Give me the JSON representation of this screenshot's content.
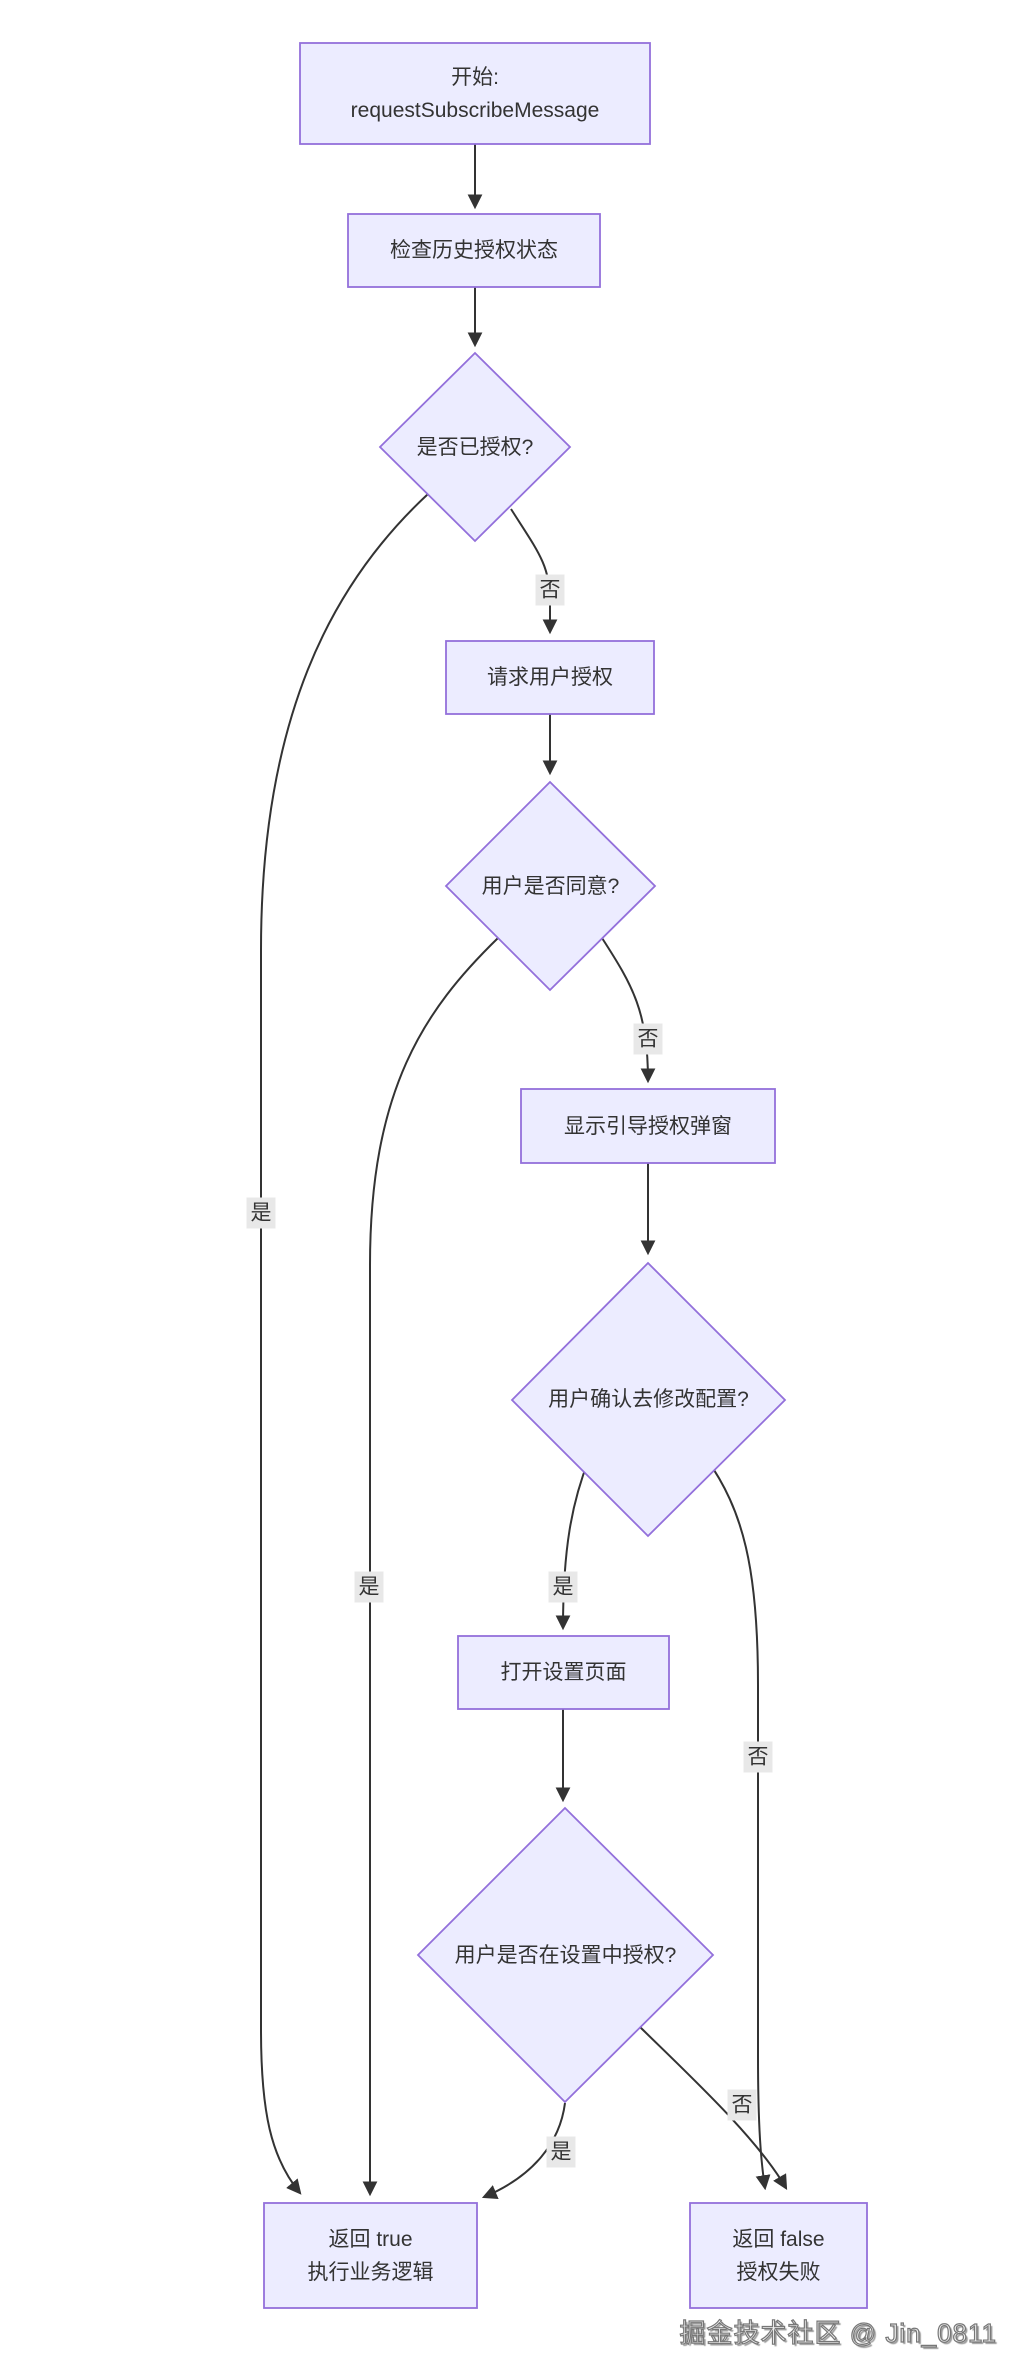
{
  "flowchart": {
    "nodes": {
      "start": {
        "line1": "开始:",
        "line2": "requestSubscribeMessage"
      },
      "check_history": {
        "label": "检查历史授权状态"
      },
      "is_authorized": {
        "label": "是否已授权?"
      },
      "request_auth": {
        "label": "请求用户授权"
      },
      "user_agree": {
        "label": "用户是否同意?"
      },
      "show_guide": {
        "label": "显示引导授权弹窗"
      },
      "confirm_modify": {
        "label": "用户确认去修改配置?"
      },
      "open_settings": {
        "label": "打开设置页面"
      },
      "settings_auth": {
        "label": "用户是否在设置中授权?"
      },
      "return_true": {
        "line1": "返回 true",
        "line2": "执行业务逻辑"
      },
      "return_false": {
        "line1": "返回 false",
        "line2": "授权失败"
      }
    },
    "edge_labels": {
      "authorized_no": "否",
      "authorized_yes": "是",
      "agree_no": "否",
      "agree_yes": "是",
      "confirm_yes": "是",
      "confirm_no": "否",
      "settings_yes": "是",
      "settings_no": "否"
    },
    "colors": {
      "node_fill": "#ECECFF",
      "node_border": "#9370DB",
      "edge_line": "#333333",
      "edge_label_bg": "#e8e8e8",
      "text": "#333333"
    }
  },
  "watermark": "掘金技术社区 @ Jin_0811"
}
